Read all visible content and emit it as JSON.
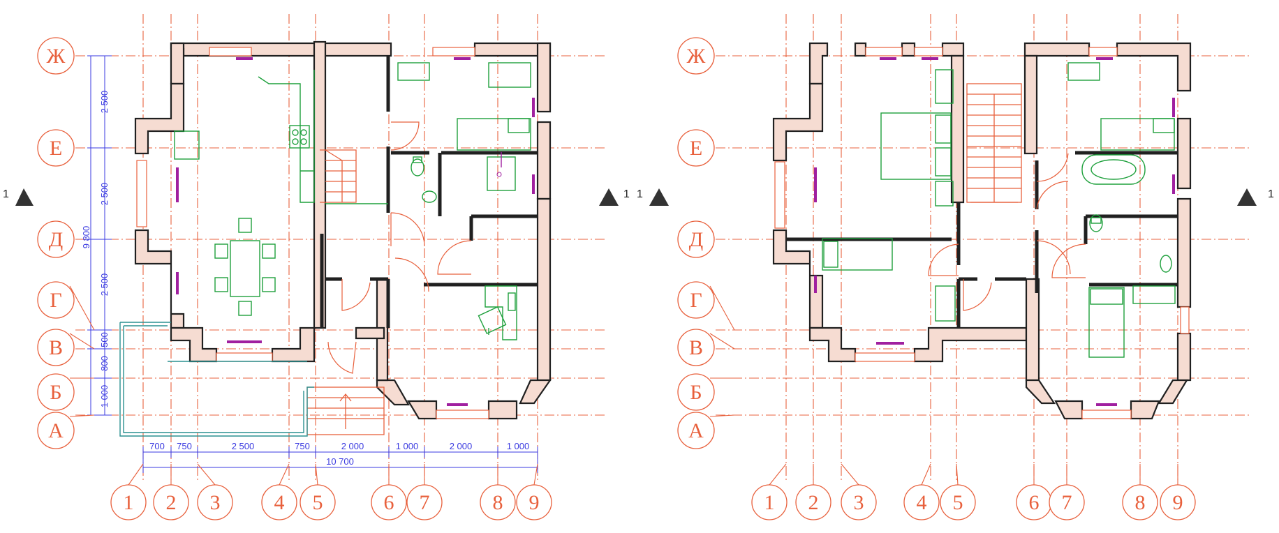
{
  "axes": {
    "rows": [
      "Ж",
      "Е",
      "Д",
      "Г",
      "В",
      "Б",
      "А"
    ],
    "columns": [
      "1",
      "2",
      "3",
      "4",
      "5",
      "6",
      "7",
      "8",
      "9"
    ]
  },
  "section_label": "1",
  "dimensions": {
    "vertical": [
      "2 500",
      "2 500",
      "2 500",
      "500",
      "800",
      "1 000"
    ],
    "vertical_total": "9 800",
    "horizontal": [
      "700",
      "750",
      "2 500",
      "750",
      "2 000",
      "1 000",
      "2 000",
      "1 000"
    ],
    "horizontal_total": "10 700"
  },
  "colors": {
    "axis": "#e8603c",
    "wall": "#202020",
    "furniture": "#1ea03c",
    "dimension": "#3a3ae0",
    "window_mark": "#a020a0"
  }
}
